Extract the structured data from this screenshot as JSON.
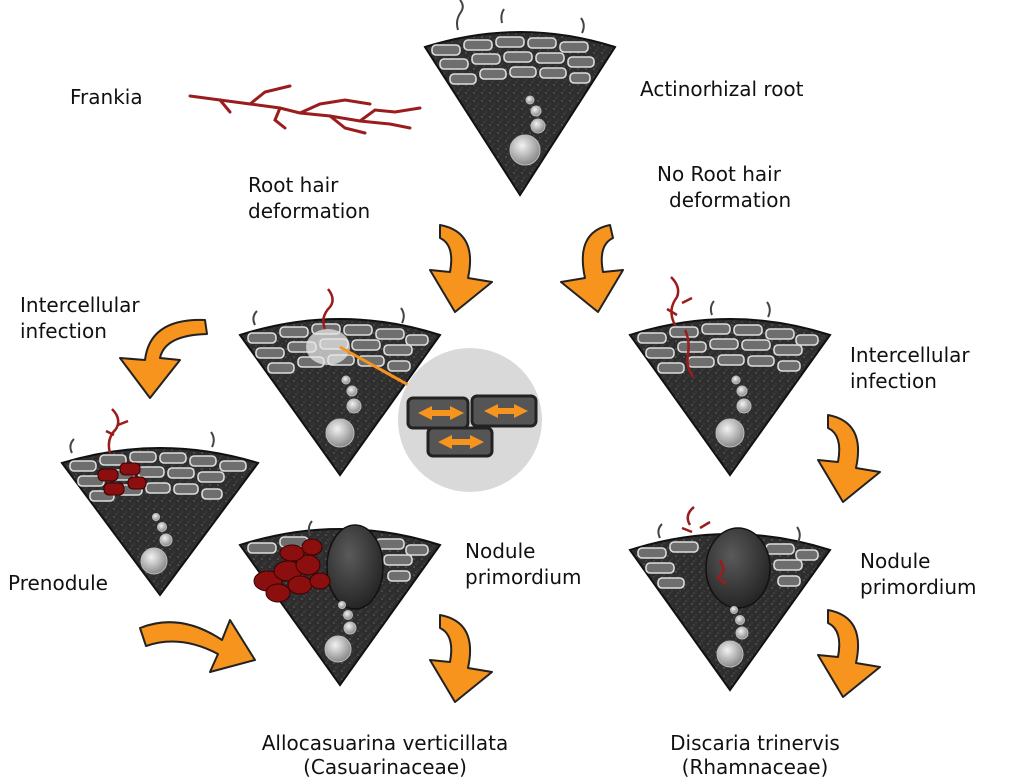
{
  "labels": {
    "frankia": "Frankia",
    "actinorhizal_root": "Actinorhizal root",
    "root_hair_deformation": [
      "Root hair",
      "deformation"
    ],
    "no_root_hair_deformation": [
      "No Root hair",
      "deformation"
    ],
    "intercellular_infection_left": [
      "Intercellular",
      "infection"
    ],
    "intercellular_infection_right": [
      "Intercellular",
      "infection"
    ],
    "prenodule": "Prenodule",
    "nodule_primordium_center": [
      "Nodule",
      "primordium"
    ],
    "nodule_primordium_right": [
      "Nodule",
      "primordium"
    ],
    "allocasuarina": [
      "Allocasuarina verticillata",
      "(Casuarinaceae)"
    ],
    "discaria": [
      "Discaria trinervis",
      "(Rhamnaceae)"
    ]
  },
  "colors": {
    "arrow_fill": "#f7941d",
    "arrow_stroke": "#222222",
    "tissue_dark": "#2b2b2b",
    "cell_fill": "#6e6e6e",
    "hyphae": "#9b1c1c",
    "infected_cell": "#8b0f0f",
    "inset_bg": "#d9d9d9"
  }
}
